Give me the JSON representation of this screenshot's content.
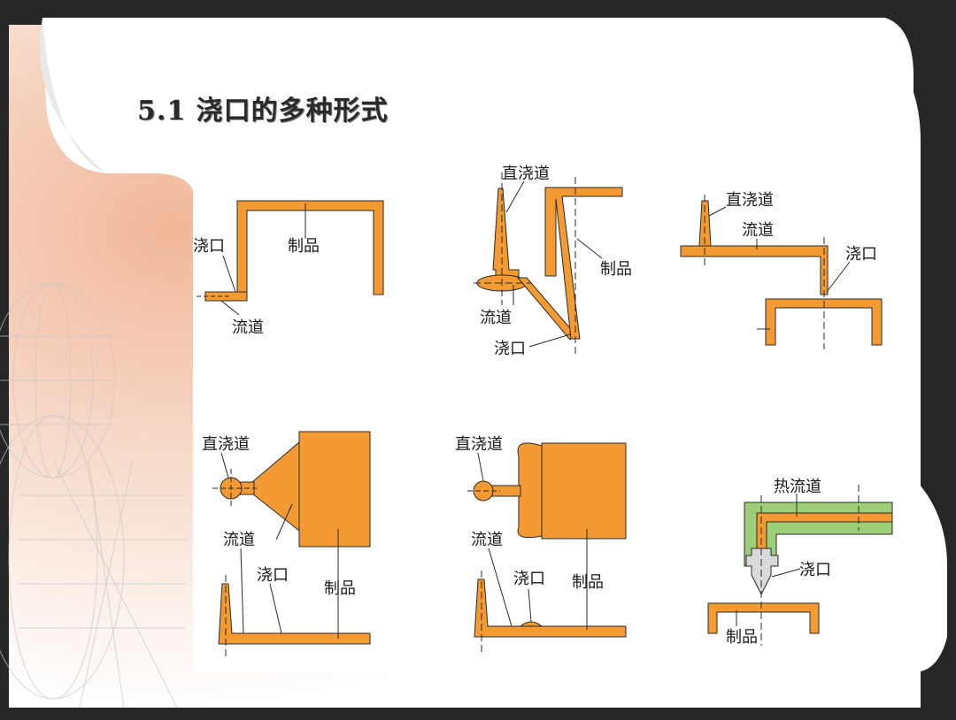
{
  "slide": {
    "title": "5.1 浇口的多种形式",
    "colors": {
      "part": "#f39a32",
      "outline": "#2b2b2b",
      "hotrunner": "#9ccf78",
      "nozzle": "#d9d9d9",
      "frame": "#262626"
    }
  },
  "diagrams": [
    {
      "labels": {
        "gate": "浇口",
        "product": "制品",
        "runner": "流道"
      }
    },
    {
      "labels": {
        "sprue": "直浇道",
        "product": "制品",
        "runner": "流道",
        "gate": "浇口"
      }
    },
    {
      "labels": {
        "sprue": "直浇道",
        "runner": "流道",
        "gate": "浇口"
      }
    },
    {
      "labels": {
        "sprue": "直浇道",
        "runner": "流道",
        "gate": "浇口",
        "product": "制品"
      }
    },
    {
      "labels": {
        "sprue": "直浇道",
        "runner": "流道",
        "gate": "浇口",
        "product": "制品"
      }
    },
    {
      "labels": {
        "hot_runner": "热流道",
        "gate": "浇口",
        "product": "制品"
      }
    }
  ]
}
